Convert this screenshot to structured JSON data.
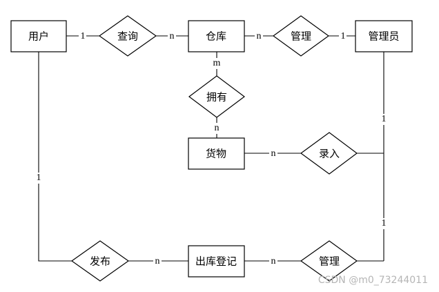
{
  "entities": {
    "user": "用户",
    "warehouse": "仓库",
    "admin": "管理员",
    "goods": "货物",
    "outbound": "出库登记"
  },
  "relationships": {
    "query": "查询",
    "manage_top": "管理",
    "own": "拥有",
    "record": "录入",
    "publish": "发布",
    "manage_bottom": "管理"
  },
  "cardinalities": {
    "user_query": "1",
    "query_warehouse": "n",
    "warehouse_manage": "n",
    "manage_admin": "1",
    "warehouse_own": "m",
    "own_goods": "n",
    "goods_record": "n",
    "admin_record": "1",
    "user_publish": "1",
    "publish_outbound": "n",
    "outbound_manage": "n",
    "admin_manage_bottom": "1"
  },
  "watermark": "CSDN @m0_73244011"
}
